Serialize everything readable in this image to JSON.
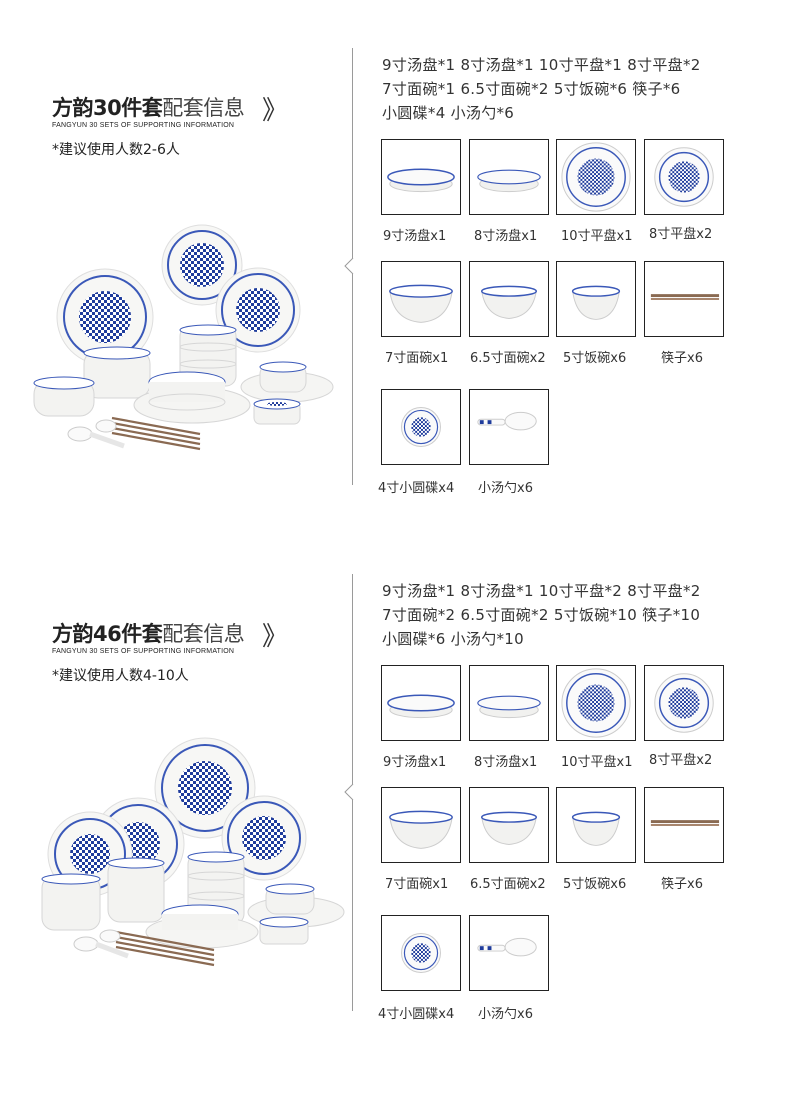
{
  "sections": [
    {
      "title_bold": "方韵30件套",
      "title_light": "配套信息",
      "chevron": "》",
      "subtitle_en": "FANGYUN 30 SETS OF SUPPORTING INFORMATION",
      "people": "*建议使用人数2-6人",
      "list_lines": [
        "9寸汤盘*1   8寸汤盘*1   10寸平盘*1  8寸平盘*2",
        "7寸面碗*1   6.5寸面碗*2   5寸饭碗*6   筷子*6",
        "小圆碟*4     小汤勺*6"
      ],
      "items": [
        {
          "icon": "soup-plate-large",
          "caption": "9寸汤盘x1"
        },
        {
          "icon": "soup-plate-small",
          "caption": "8寸汤盘x1"
        },
        {
          "icon": "checker-plate-large",
          "caption": "10寸平盘x1"
        },
        {
          "icon": "checker-plate-small",
          "caption": "8寸平盘x2"
        },
        {
          "icon": "noodle-bowl-large",
          "caption": "7寸面碗x1"
        },
        {
          "icon": "noodle-bowl-small",
          "caption": "6.5寸面碗x2"
        },
        {
          "icon": "rice-bowl",
          "caption": "5寸饭碗x6"
        },
        {
          "icon": "chopsticks",
          "caption": "筷子x6"
        },
        {
          "icon": "round-dish",
          "caption": "4寸小圆碟x4"
        },
        {
          "icon": "soup-spoon",
          "caption": "小汤勺x6"
        }
      ]
    },
    {
      "title_bold": "方韵46件套",
      "title_light": "配套信息",
      "chevron": "》",
      "subtitle_en": "FANGYUN 30 SETS OF SUPPORTING INFORMATION",
      "people": "*建议使用人数4-10人",
      "list_lines": [
        "9寸汤盘*1   8寸汤盘*1   10寸平盘*2   8寸平盘*2",
        "7寸面碗*2   6.5寸面碗*2   5寸饭碗*10   筷子*10",
        "小圆碟*6     小汤勺*10"
      ],
      "items": [
        {
          "icon": "soup-plate-large",
          "caption": "9寸汤盘x1"
        },
        {
          "icon": "soup-plate-small",
          "caption": "8寸汤盘x1"
        },
        {
          "icon": "checker-plate-large",
          "caption": "10寸平盘x1"
        },
        {
          "icon": "checker-plate-small",
          "caption": "8寸平盘x2"
        },
        {
          "icon": "noodle-bowl-large",
          "caption": "7寸面碗x1"
        },
        {
          "icon": "noodle-bowl-small",
          "caption": "6.5寸面碗x2"
        },
        {
          "icon": "rice-bowl",
          "caption": "5寸饭碗x6"
        },
        {
          "icon": "chopsticks",
          "caption": "筷子x6"
        },
        {
          "icon": "round-dish",
          "caption": "4寸小圆碟x4"
        },
        {
          "icon": "soup-spoon",
          "caption": "小汤勺x6"
        }
      ]
    }
  ],
  "colors": {
    "blue": "#1f3c9c",
    "rim": "#3a58b8",
    "line": "#9a9a9a",
    "wood": "#8a6a52"
  }
}
